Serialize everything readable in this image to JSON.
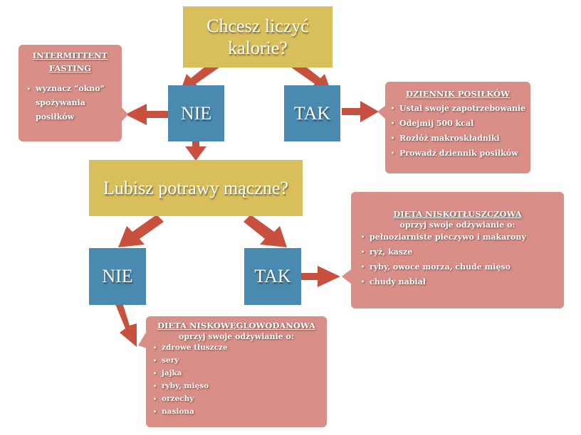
{
  "colors": {
    "question": "#d9bf5c",
    "answer": "#4a8ab0",
    "info": "#d98f87",
    "arrow": "#c8503f"
  },
  "q1": {
    "text_line1": "Chcesz liczyć",
    "text_line2": "kalorie?"
  },
  "q1_no": {
    "label": "NIE"
  },
  "q1_yes": {
    "label": "TAK"
  },
  "intermittent": {
    "title_line1": "INTERMITTENT",
    "title_line2": "FASTING",
    "items": [
      "wyznacz “okno” spożywania posiłków"
    ]
  },
  "dziennik": {
    "title": "DZIENNIK POSIŁKÓW",
    "items": [
      "Ustal swoje zapotrzebowanie",
      "Odejmij 500 kcal",
      "Rozłóż makroskładniki",
      "Prowadź dziennik posiłków"
    ]
  },
  "q2": {
    "text": "Lubisz potrawy mączne?"
  },
  "q2_no": {
    "label": "NIE"
  },
  "q2_yes": {
    "label": "TAK"
  },
  "lowfat": {
    "title": "DIETA NISKOTŁUSZCZOWA",
    "subtitle": "oprzyj swoje odżywianie o:",
    "items": [
      "pełnoziarniste pieczywo i makarony",
      "ryż, kasze",
      "ryby, owoce morza, chude mięso",
      "chudy nabiał"
    ]
  },
  "lowcarb": {
    "title": "DIETA NISKOWĘGLOWODANOWA",
    "subtitle": "oprzyj swoje odżywianie o:",
    "items": [
      "zdrowe tłuszcze",
      "sery",
      "jajka",
      "ryby, mięso",
      "orzechy",
      "nasiona"
    ]
  }
}
